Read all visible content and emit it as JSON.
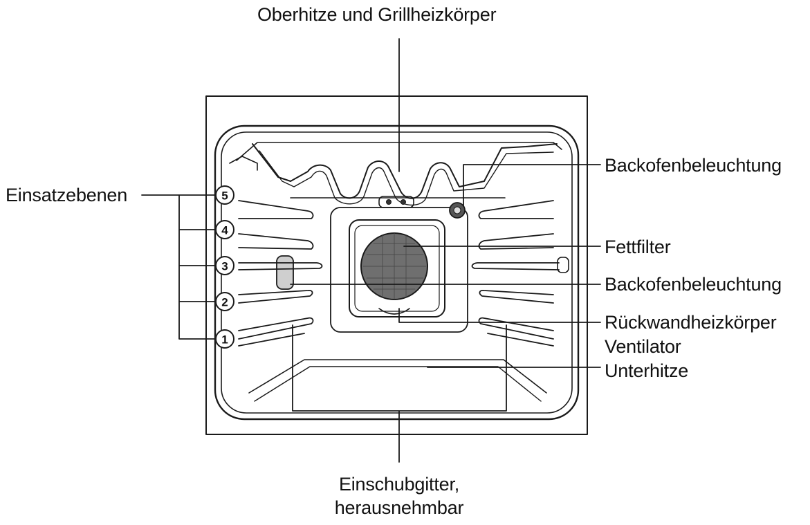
{
  "labels": {
    "top_heater": "Oberhitze und Grillheizkörper",
    "lighting_top": "Backofenbeleuchtung",
    "levels": "Einsatzebenen",
    "grease_filter": "Fettfilter",
    "lighting_side": "Backofenbeleuchtung",
    "rear_heater": "Rückwandheizkörper",
    "fan": "Ventilator",
    "bottom_heater": "Unterhitze",
    "racks_line1": "Einschubgitter,",
    "racks_line2": "herausnehmbar"
  },
  "shelf_levels": [
    "5",
    "4",
    "3",
    "2",
    "1"
  ],
  "colors": {
    "line": "#1a1a1a",
    "fan_dark": "#6f6f6f",
    "fan_mid": "#9a9a9a",
    "fan_light": "#c8c8c8"
  }
}
